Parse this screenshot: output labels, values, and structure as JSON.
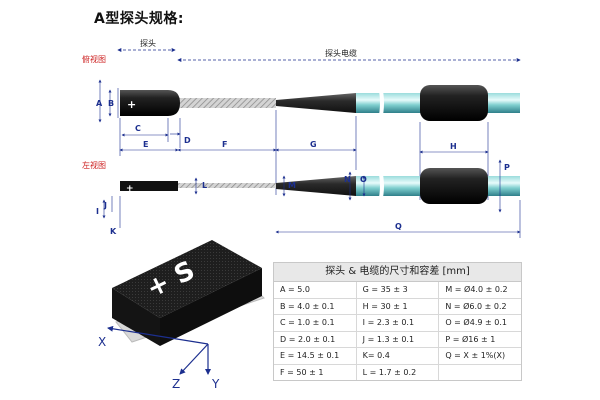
{
  "title": "A型探头规格:",
  "views": {
    "top": "俯视图",
    "left": "左视图"
  },
  "sections": {
    "probe": "探头",
    "cable": "探头电缆"
  },
  "probe_text_top": "+",
  "probe_text_left": "+",
  "dim_labels": {
    "A": "A",
    "B": "B",
    "C": "C",
    "D": "D",
    "E": "E",
    "F": "F",
    "G": "G",
    "H": "H",
    "I": "I",
    "J": "J",
    "K": "K",
    "L": "L",
    "M": "M",
    "N": "N",
    "O": "O",
    "P": "P",
    "Q": "Q"
  },
  "axes": {
    "x": "X",
    "y": "Y",
    "z": "Z"
  },
  "photo_text": "+ S",
  "table": {
    "header": "探头 & 电缆的尺寸和容差 [mm]",
    "rows": [
      [
        "A = 5.0",
        "G = 35 ± 3",
        "M = Ø4.0 ± 0.2"
      ],
      [
        "B = 4.0 ± 0.1",
        "H = 30 ± 1",
        "N = Ø6.0 ± 0.2"
      ],
      [
        "C = 1.0 ± 0.1",
        "I = 2.3 ± 0.1",
        "O = Ø4.9 ± 0.1"
      ],
      [
        "D = 2.0 ± 0.1",
        "J = 1.3 ± 0.1",
        "P = Ø16 ± 1"
      ],
      [
        "E = 14.5 ± 0.1",
        "K= 0.4",
        "Q = X ± 1%(X)"
      ],
      [
        "F = 50 ± 1",
        "L = 1.7 ± 0.2",
        ""
      ]
    ]
  },
  "colors": {
    "dimension": "#1c2f8f",
    "view_label": "#cc1f1f",
    "cable": "#7fcfcf",
    "probe": "#111111",
    "wire": "#b8b8b8"
  }
}
